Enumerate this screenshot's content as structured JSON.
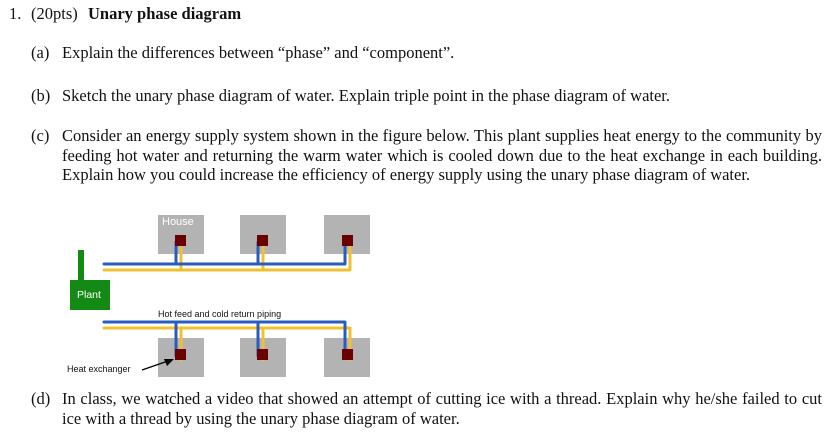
{
  "question": {
    "number": "1.",
    "points": "(20pts)",
    "title": "Unary phase diagram"
  },
  "parts": {
    "a": {
      "label": "(a)",
      "text": "Explain the differences between “phase” and “component”."
    },
    "b": {
      "label": "(b)",
      "text": "Sketch the unary phase diagram of water. Explain triple point in the phase diagram of water."
    },
    "c": {
      "label": "(c)",
      "text": "Consider an energy supply system shown in the figure below. This plant supplies heat energy to the community by feeding hot water and returning the warm water which is cooled down due to the heat exchange in each building. Explain how you could increase the efficiency of energy supply using the unary phase diagram of water."
    },
    "d": {
      "label": "(d)",
      "text": "In class, we watched a video that showed an attempt of cutting ice with a thread. Explain why he/she failed to cut ice with a thread by using the unary phase diagram of water."
    }
  },
  "figure": {
    "house_label": "House",
    "plant_label": "Plant",
    "piping_label": "Hot feed and cold return piping",
    "exchanger_label": "Heat exchanger",
    "colors": {
      "house": "#b3b3b3",
      "exchanger": "#6b0000",
      "hot_pipe": "#f0c030",
      "cold_pipe": "#2a5cbf",
      "plant": "#138a13",
      "plant_text": "#ffffff"
    }
  }
}
